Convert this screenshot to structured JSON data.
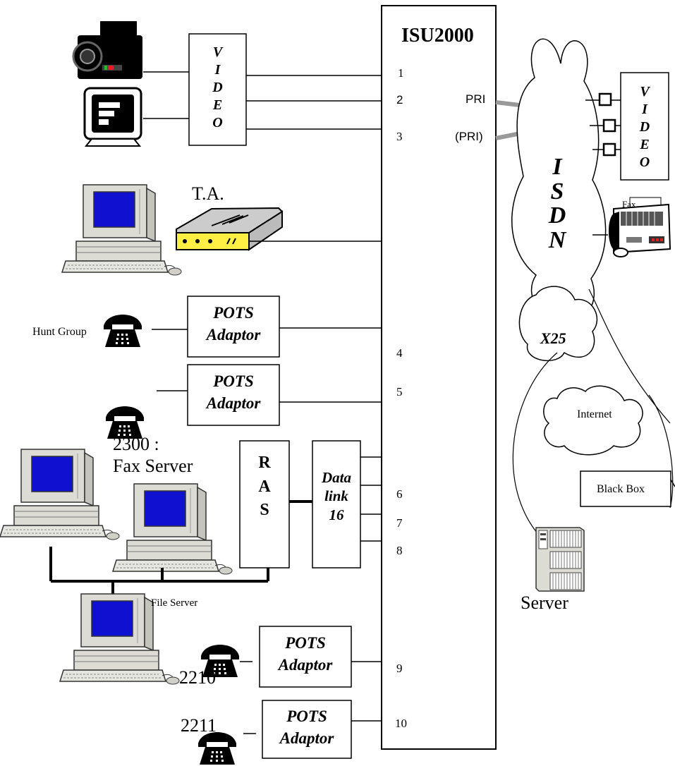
{
  "switch": {
    "title": "ISU2000"
  },
  "video_left": {
    "letters": [
      "V",
      "I",
      "D",
      "E",
      "O"
    ]
  },
  "video_right": {
    "letters": [
      "V",
      "I",
      "D",
      "E",
      "O"
    ]
  },
  "isdn": {
    "letters": [
      "I",
      "S",
      "D",
      "N"
    ]
  },
  "clouds": {
    "x25": "X25",
    "internet": "Internet"
  },
  "ports": {
    "p1": "1",
    "p2": "2",
    "p3": "3",
    "p4": "4",
    "p5": "5",
    "p6": "6",
    "p7": "7",
    "p8": "8",
    "p9": "9",
    "p10": "10"
  },
  "trunks": {
    "pri": "PRI",
    "pri_backup": "(PRI)"
  },
  "ta": {
    "label": "T.A."
  },
  "fax_machine": {
    "label": "Fax"
  },
  "hunt_group": {
    "label": "Hunt Group"
  },
  "pots1": {
    "line1": "POTS",
    "line2": "Adaptor"
  },
  "pots2": {
    "line1": "POTS",
    "line2": "Adaptor"
  },
  "pots3": {
    "line1": "POTS",
    "line2": "Adaptor"
  },
  "pots4": {
    "line1": "POTS",
    "line2": "Adaptor"
  },
  "fax_server": {
    "line1": "2300 :",
    "line2": "Fax Server"
  },
  "ras": {
    "letters": [
      "R",
      "A",
      "S"
    ]
  },
  "datalink": {
    "line1": "Data",
    "line2": "link",
    "line3": "16"
  },
  "file_server": {
    "label": "File Server"
  },
  "black_box": {
    "label": "Black Box"
  },
  "server": {
    "label": "Server"
  },
  "ext_2210": {
    "label": "2210"
  },
  "ext_2211": {
    "label": "2211"
  },
  "colors": {
    "screen": "#0000cc",
    "beige": "#d8d8d0",
    "modem": "#ffee44",
    "pri_line": "#999999"
  }
}
